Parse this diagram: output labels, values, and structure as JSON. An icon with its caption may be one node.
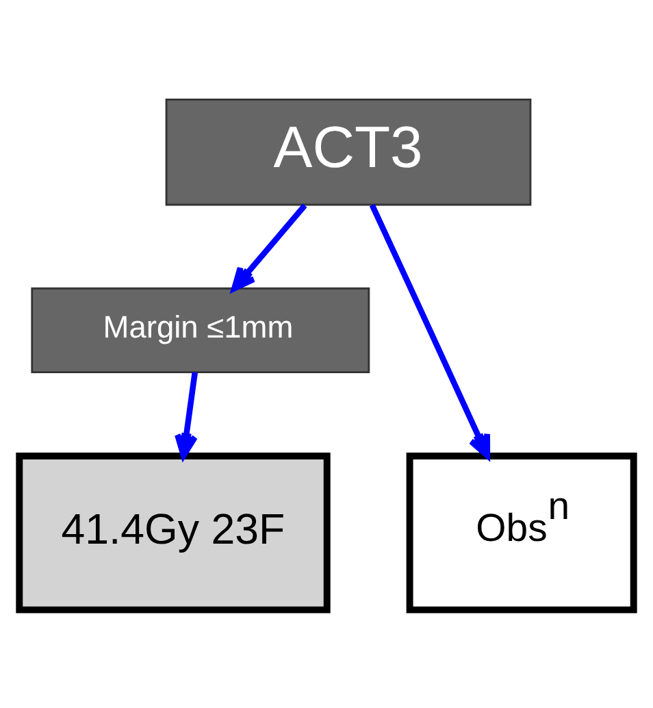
{
  "diagram": {
    "nodes": [
      {
        "text": [
          "ACT3"
        ]
      },
      {
        "text": [
          "Margin ≤1mm"
        ]
      },
      {
        "text": [
          "Obs$^{n}$"
        ]
      },
      {
        "text": [
          "41.4Gy 23F"
        ]
      }
    ],
    "edges": [
      {
        "from": 0,
        "to": 2,
        "arrow": "to"
      },
      {
        "from": 0,
        "to": 1,
        "arrow": "to"
      },
      {
        "from": 1,
        "to": 3,
        "arrow": "to"
      }
    ]
  }
}
